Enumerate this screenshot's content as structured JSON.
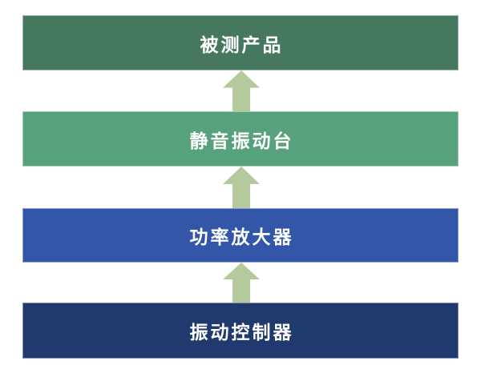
{
  "diagram": {
    "background": "#ffffff",
    "flow_direction": "up",
    "text_color": "#ffffff",
    "arrow": {
      "color": "#b4ca9c",
      "count": 3
    },
    "layers": [
      {
        "label": "被测产品",
        "color": "#46785f"
      },
      {
        "label": "静音振动台",
        "color": "#58a17d"
      },
      {
        "label": "功率放大器",
        "color": "#3356a8"
      },
      {
        "label": "振动控制器",
        "color": "#213a6d"
      }
    ]
  }
}
